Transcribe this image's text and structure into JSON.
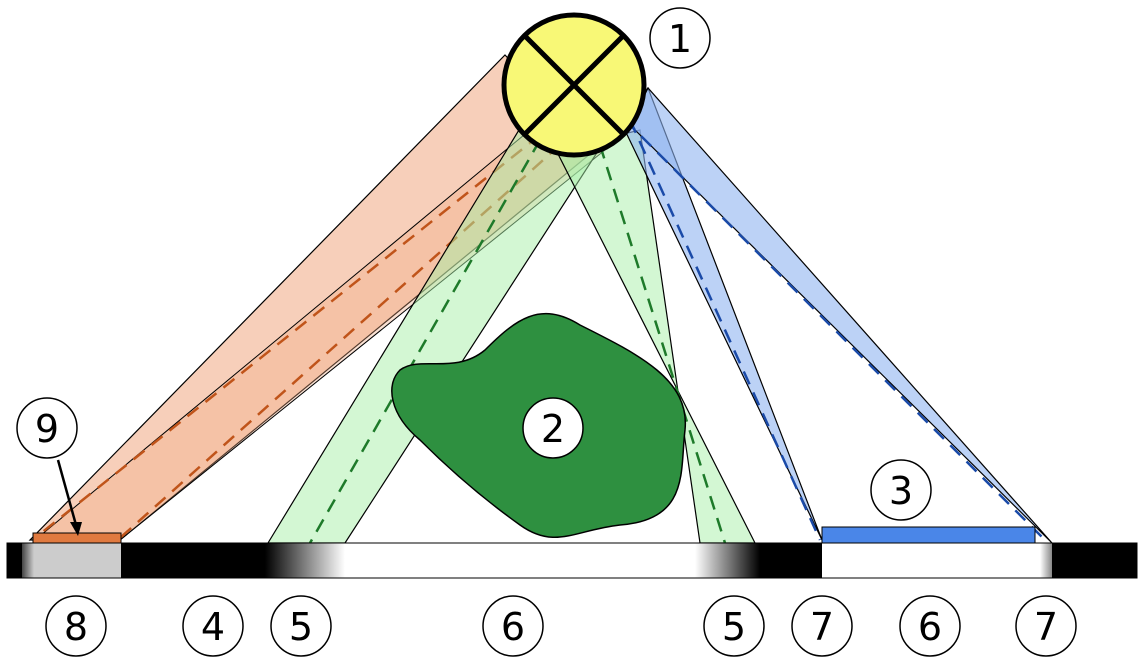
{
  "labels": {
    "source": "1",
    "object": "2",
    "plate": "3",
    "umbra_dark": "4",
    "penumbra_left": "5",
    "lit_main": "6",
    "penumbra_right": "5",
    "plate_edge_left": "7",
    "plate_lit": "6",
    "plate_edge_right": "7",
    "small_plate_shadow": "8",
    "small_plate": "9"
  },
  "colors": {
    "source_fill": "#f8f876",
    "object_fill": "#2e9040",
    "orange_beam": "#f0a882",
    "orange_dash": "#c0541a",
    "green_beam": "#a8f0a8",
    "green_dash": "#1e7a2a",
    "blue_beam": "#8fb4f0",
    "blue_dash": "#1a4aa8",
    "blue_plate": "#4a86e8",
    "orange_plate": "#e07a40",
    "grey_patch": "#cccccc",
    "screen_dark": "#000000"
  }
}
